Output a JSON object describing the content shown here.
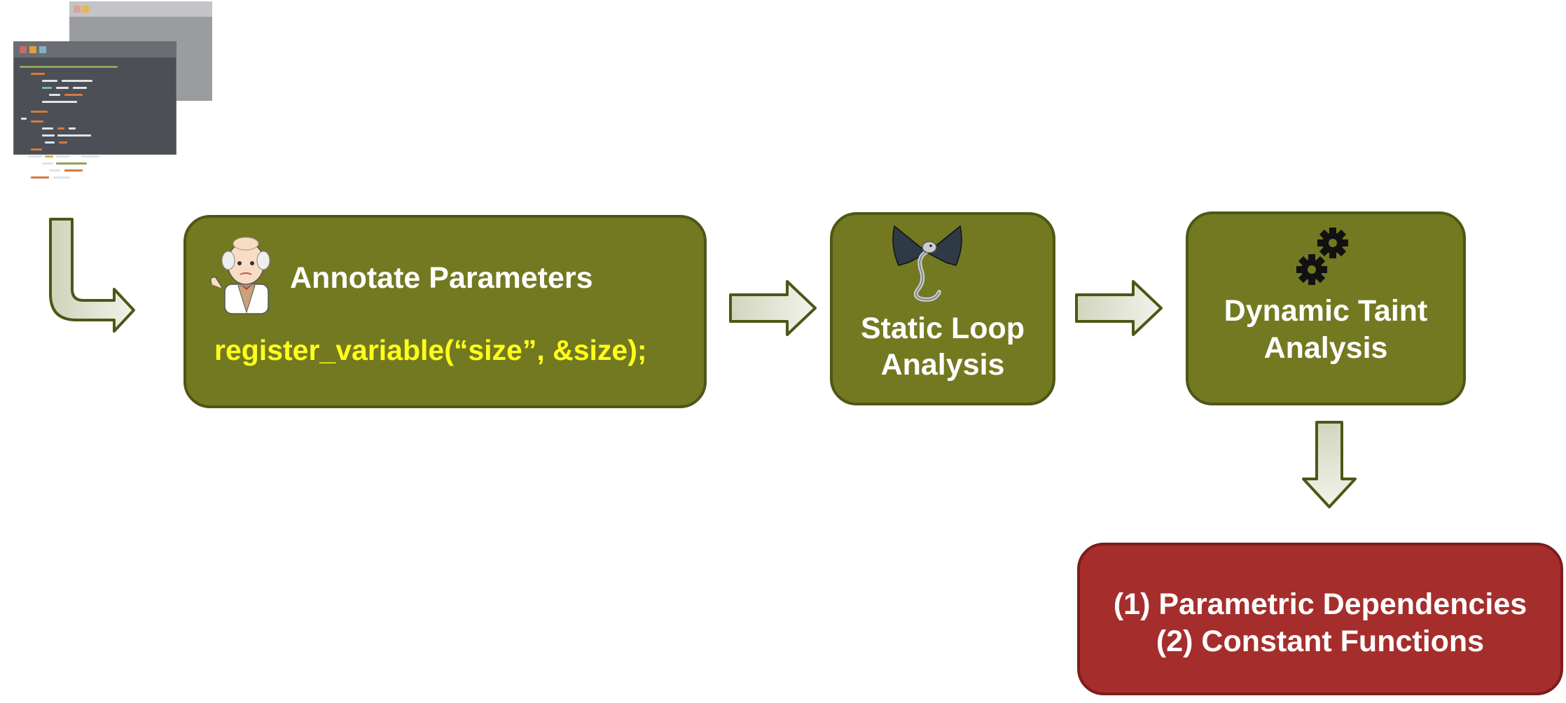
{
  "colors": {
    "box_fill": "#737920",
    "box_border": "#4f5615",
    "code_text": "#ffff1a",
    "result_fill": "#a52e2c",
    "arrow_fill": "#dde0cd",
    "arrow_border": "#4f5615"
  },
  "icons": {
    "source_code": "code-editor-windows-icon",
    "scientist": "scientist-icon",
    "dragon": "llvm-dragon-icon",
    "gears": "gears-icon"
  },
  "annotate": {
    "title": "Annotate Parameters",
    "code": "register_variable(“size”, &size);"
  },
  "static_loop": {
    "line1": "Static Loop",
    "line2": "Analysis"
  },
  "dynamic_taint": {
    "line1": "Dynamic Taint",
    "line2": "Analysis"
  },
  "result": {
    "line1": "(1) Parametric Dependencies",
    "line2": "(2) Constant Functions"
  }
}
